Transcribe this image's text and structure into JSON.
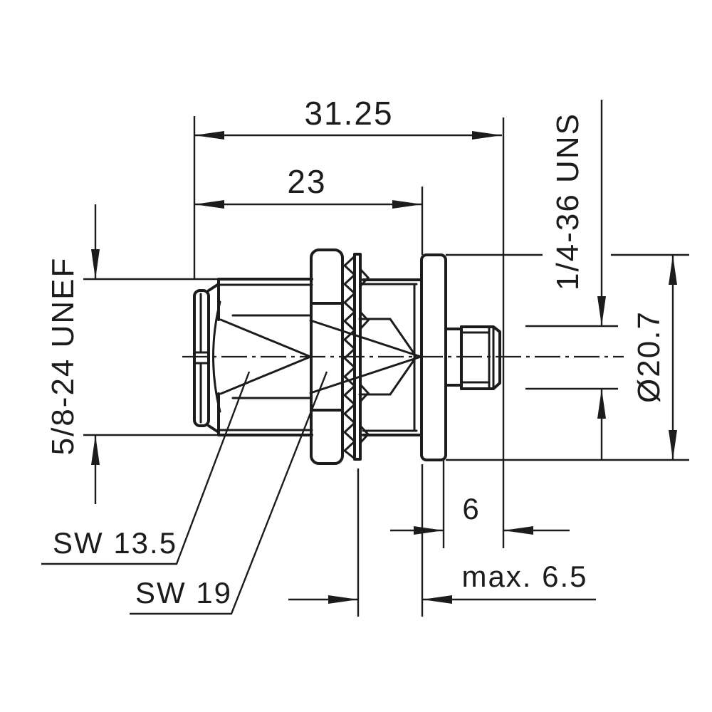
{
  "drawing": {
    "labels": {
      "overall_length": "31.25",
      "body_length": "23",
      "stub_thread": "1/4-36 UNS",
      "flange_diameter": "Ø20.7",
      "coupling_thread": "5/8-24 UNEF",
      "wrench_flat_small": "SW 13.5",
      "wrench_flat_large": "SW 19",
      "rear_length": "6",
      "panel_thickness_max": "max. 6.5"
    },
    "line_color": "#1c1c1c",
    "background_color": "#ffffff"
  }
}
